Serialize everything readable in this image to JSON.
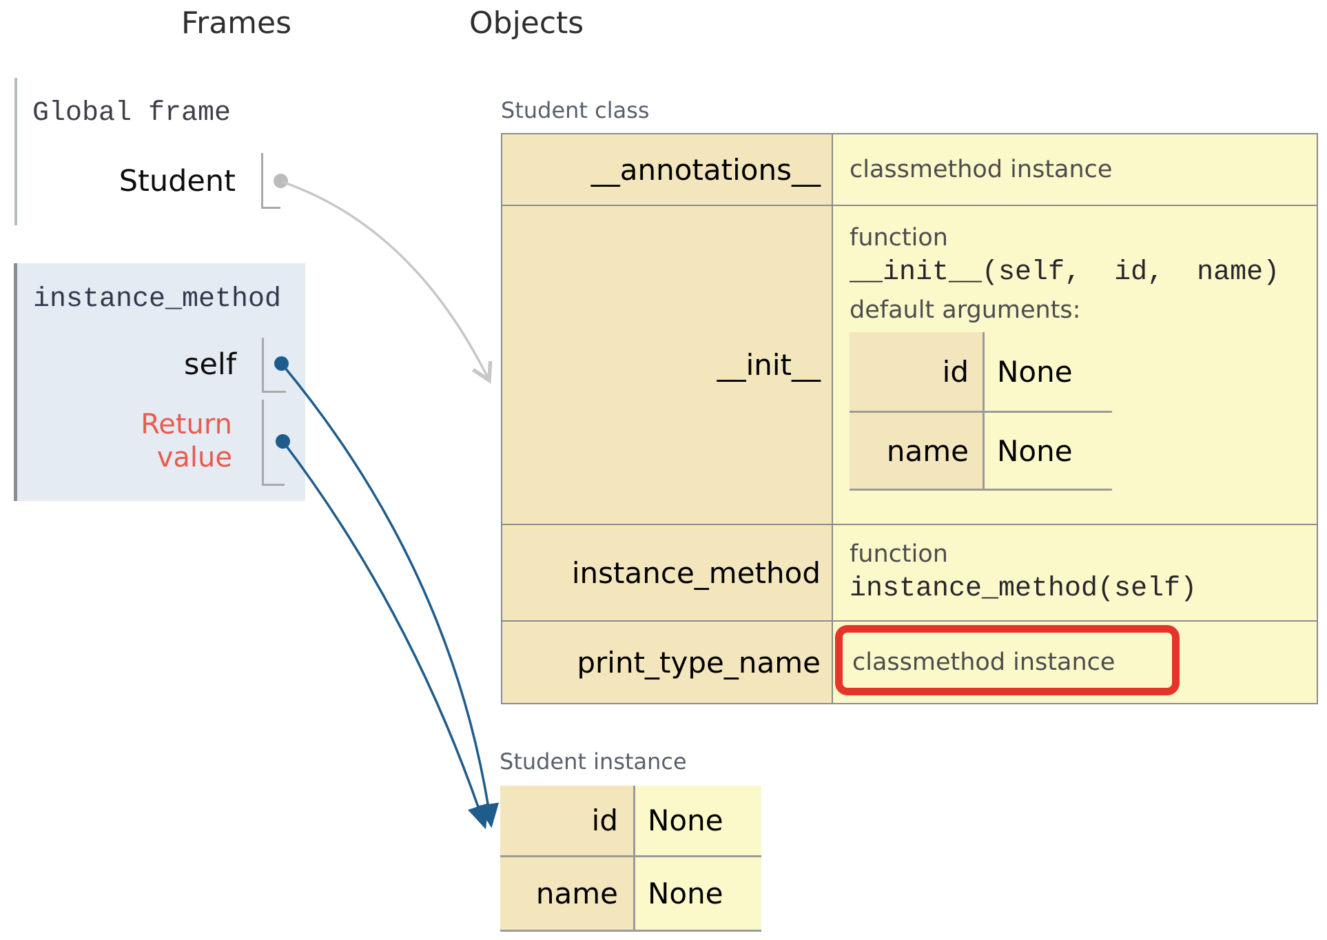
{
  "headers": {
    "frames": "Frames",
    "objects": "Objects"
  },
  "frames": {
    "global": {
      "label": "Global frame",
      "var_name": "Student"
    },
    "instance_method": {
      "label": "instance_method",
      "var_self": "self",
      "return_label": "Return value"
    }
  },
  "objects": {
    "student_class": {
      "title": "Student class",
      "rows": [
        {
          "key": "__annotations__",
          "value": "classmethod instance"
        },
        {
          "key": "__init__",
          "type_label": "function",
          "signature": "__init__(self,  id,  name)",
          "defaults_label": "default arguments:",
          "defaults": [
            {
              "name": "id",
              "value": "None"
            },
            {
              "name": "name",
              "value": "None"
            }
          ]
        },
        {
          "key": "instance_method",
          "type_label": "function",
          "signature": "instance_method(self)"
        },
        {
          "key": "print_type_name",
          "value": "classmethod instance",
          "highlighted": true
        }
      ]
    },
    "student_instance": {
      "title": "Student instance",
      "fields": [
        {
          "name": "id",
          "value": "None"
        },
        {
          "name": "name",
          "value": "None"
        }
      ]
    }
  },
  "colors": {
    "key_cell_bg": "#f3e6bd",
    "value_cell_bg": "#fbf8ca",
    "table_border": "#8b8b8b",
    "frame_bg": "#e5ebf2",
    "frame_bar": "#8a8e93",
    "global_bar": "#b7bcc0",
    "bracket": "#a9a9a9",
    "arrow_gray": "#c7c7c7",
    "arrow_blue": "#1e5c8c",
    "return_text": "#e85b4e",
    "highlight_box": "#e5352b",
    "muted_text": "#4c4c4c",
    "title_text": "#57606b",
    "header_text": "#2e2e2e",
    "mono_text": "#33384d"
  }
}
